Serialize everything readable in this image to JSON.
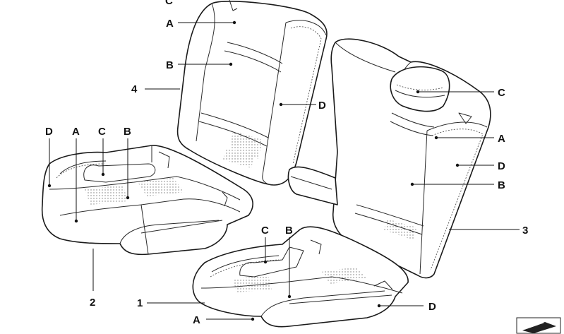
{
  "callouts": {
    "top_c": "C",
    "top_a": "A",
    "top_b": "B",
    "num_4": "4",
    "backrest_left_d": "D",
    "cushion_left_d": "D",
    "cushion_left_a": "A",
    "cushion_left_c": "C",
    "cushion_left_b": "B",
    "num_2": "2",
    "right_back_c": "C",
    "right_back_a": "A",
    "right_back_d": "D",
    "right_back_b": "B",
    "num_3": "3",
    "front_cushion_c": "C",
    "front_cushion_b": "B",
    "num_1": "1",
    "front_cushion_a": "A",
    "front_cushion_d": "D"
  },
  "corner_icon": "arrow-icon"
}
